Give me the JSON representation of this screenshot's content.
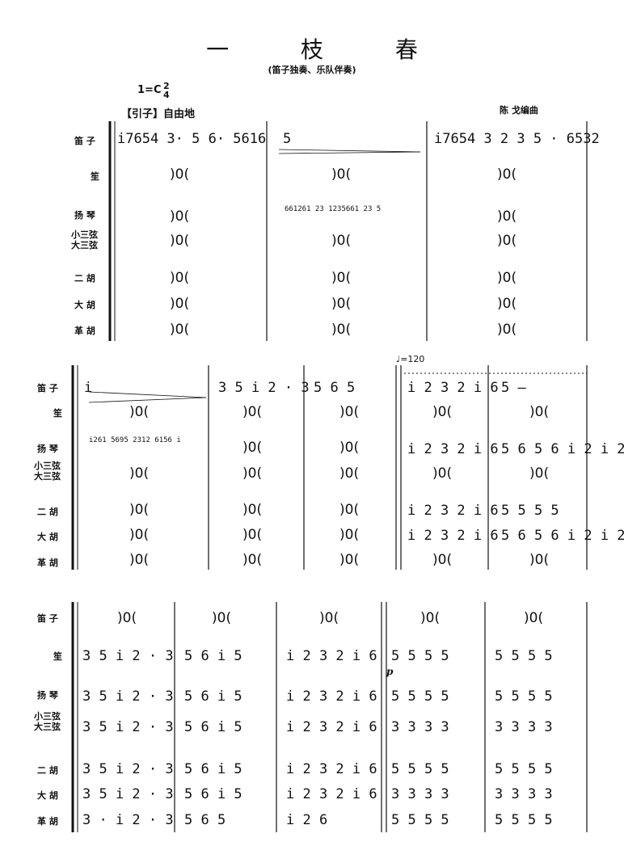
{
  "header": {
    "title": "一 枝 春",
    "subtitle": "(笛子独奏、乐队伴奏)",
    "key": "1=C",
    "time_top": "2",
    "time_bottom": "4",
    "section_label": "【引子】自由地",
    "arranger": "陈 戈编曲",
    "tempo": "♩=120"
  },
  "instruments": [
    "笛 子",
    "笙",
    "扬 琴",
    "小三弦 大三弦",
    "二 胡",
    "大 胡",
    "革 胡"
  ],
  "rest": ")0(",
  "system1": {
    "dizi": [
      "i7654 3· 5 6· 5616",
      "5",
      "i7654 3 2 3 5 · 6532"
    ],
    "yangqin_m2": "661261 23  1235661 23  5"
  },
  "system2": {
    "dizi": [
      "i",
      "3 5 i 2 · 3",
      "5 6 5",
      "i 2 3 2 i 6",
      "5 —"
    ],
    "yangqin_m1": "i261 5695  2312 6156  i",
    "yangqin": [
      "i 2 3 2 i 6",
      "5 6 5 6 i 2 i 2"
    ],
    "erhu": [
      "i 2 3 2 i 6",
      "5 5 5 5"
    ],
    "dahu": [
      "i 2 3 2 i 6",
      "5 6 5 6 i 2 i 2"
    ]
  },
  "system3": {
    "sheng": [
      "3 5 i 2 · 3",
      "5 6 i 5",
      "i 2 3 2 i 6",
      "5 5 5 5",
      "5 5 5 5"
    ],
    "yangqin": [
      "3 5 i 2 · 3",
      "5 6 i 5",
      "i 2 3 2 i 6",
      "5 5 5 5",
      "5 5 5 5"
    ],
    "sanxian": [
      "3 5 i 2 · 3",
      "5 6 i 5",
      "i 2 3 2 i 6",
      "3 3 3 3",
      "3 3 3 3"
    ],
    "erhu": [
      "3 5 i 2 · 3",
      "5 6 i 5",
      "i 2 3 2 i 6",
      "5 5 5 5",
      "5 5 5 5"
    ],
    "dahu": [
      "3 5 i 2 · 3",
      "5 6 i 5",
      "i 2 3 2 i 6",
      "3 3 3 3",
      "3 3 3 3"
    ],
    "gehu": [
      "3 · i 2 · 3",
      "5 6 5",
      "i 2 6",
      "5 5 5 5",
      "5 5 5 5"
    ],
    "dynamic": "p"
  }
}
